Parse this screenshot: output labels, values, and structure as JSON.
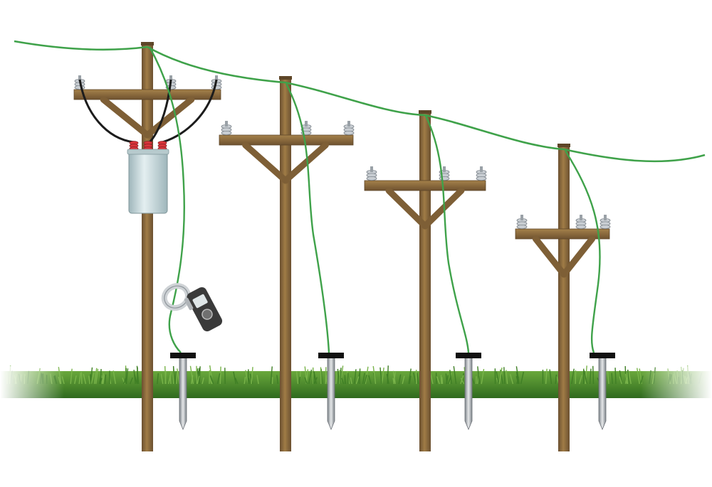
{
  "scene": {
    "description_tags": [
      "utility-pole-grounding",
      "clamp-meter-test"
    ],
    "colors": {
      "background": "#ffffff",
      "wood": "#8a6a3c",
      "wood_dark": "#6e5230",
      "ground_wire": "#3fa24a",
      "grass": "#4f8f2f",
      "grass_dark": "#2f6a1e",
      "insulator": "#c9ced3",
      "insulator_red": "#d8343a",
      "transformer": "#c6d8dc",
      "rod": "#9aa0a6",
      "rod_clamp": "#111111",
      "meter_body": "#3a3a3a",
      "jaw": "#cfd3d6"
    },
    "poles": [
      {
        "id": "pole-1",
        "has_transformer": true
      },
      {
        "id": "pole-2",
        "has_transformer": false
      },
      {
        "id": "pole-3",
        "has_transformer": false
      },
      {
        "id": "pole-4",
        "has_transformer": false
      }
    ],
    "instrument": {
      "icon": "clamp-meter-icon"
    }
  }
}
